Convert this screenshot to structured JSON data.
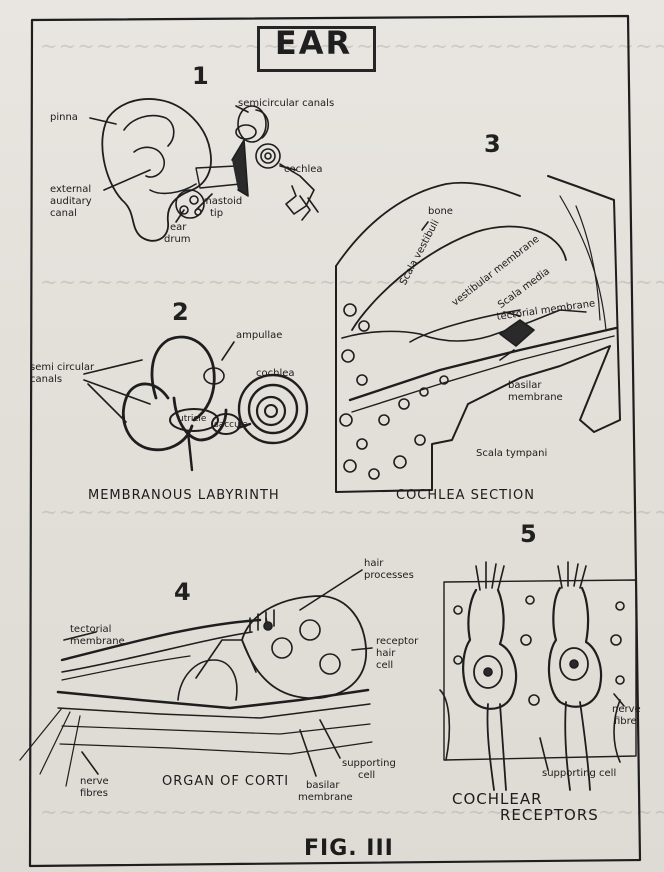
{
  "title": "EAR",
  "figure_label": "FIG. III",
  "panel1": {
    "number": "1",
    "labels": {
      "pinna": "pinna",
      "semicircular_canals": "semicircular canals",
      "cochlea": "cochlea",
      "external_canal_1": "external",
      "external_canal_2": "auditary",
      "external_canal_3": "canal",
      "mastoid_1": "mastoid",
      "mastoid_2": "tip",
      "eardrum_1": "ear",
      "eardrum_2": "drum"
    }
  },
  "panel2": {
    "number": "2",
    "caption": "MEMBRANOUS LABYRINTH",
    "labels": {
      "semicircular_1": "semi circular",
      "semicircular_2": "canals",
      "ampullae": "ampullae",
      "cochlea": "cochlea",
      "utricle": "utricle",
      "saccule": "saccule"
    }
  },
  "panel3": {
    "number": "3",
    "caption": "COCHLEA SECTION",
    "labels": {
      "bone": "bone",
      "scala_vestibuli": "Scala vestibuli",
      "vestibular_membrane": "vestibular membrane",
      "scala_media": "Scala media",
      "tectorial_membrane": "tectorial membrane",
      "basilar_1": "basilar",
      "basilar_2": "membrane",
      "scala_tympani": "Scala tympani"
    }
  },
  "panel4": {
    "number": "4",
    "caption": "ORGAN OF CORTI",
    "labels": {
      "tectorial_1": "tectorial",
      "tectorial_2": "membrane",
      "hair_processes_1": "hair",
      "hair_processes_2": "processes",
      "receptor_1": "receptor",
      "receptor_2": "hair",
      "receptor_3": "cell",
      "supporting_1": "supporting",
      "supporting_2": "cell",
      "basilar_1": "basilar",
      "basilar_2": "membrane",
      "nerve_1": "nerve",
      "nerve_2": "fibres"
    }
  },
  "panel5": {
    "number": "5",
    "caption_1": "COCHLEAR",
    "caption_2": "RECEPTORS",
    "labels": {
      "nerve_1": "nerve",
      "nerve_2": "fibre",
      "supporting_cell": "supporting cell"
    }
  },
  "colors": {
    "ink": "#1c1c1c",
    "paper": "#e6e3dd",
    "bleed_text": "#b8b3ac"
  }
}
